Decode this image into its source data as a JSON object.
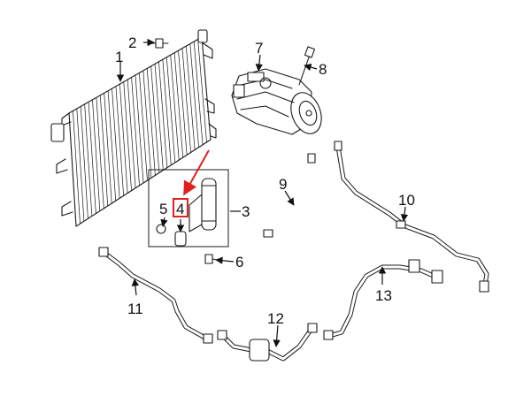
{
  "callouts": [
    {
      "id": "1",
      "label": "1"
    },
    {
      "id": "2",
      "label": "2"
    },
    {
      "id": "3",
      "label": "3"
    },
    {
      "id": "4",
      "label": "4"
    },
    {
      "id": "5",
      "label": "5"
    },
    {
      "id": "6",
      "label": "6"
    },
    {
      "id": "7",
      "label": "7"
    },
    {
      "id": "8",
      "label": "8"
    },
    {
      "id": "9",
      "label": "9"
    },
    {
      "id": "10",
      "label": "10"
    },
    {
      "id": "11",
      "label": "11"
    },
    {
      "id": "12",
      "label": "12"
    },
    {
      "id": "13",
      "label": "13"
    }
  ],
  "highlight": {
    "callout": "4",
    "color": "#e02020"
  },
  "colors": {
    "line": "#1a1a1a",
    "background": "#ffffff"
  }
}
